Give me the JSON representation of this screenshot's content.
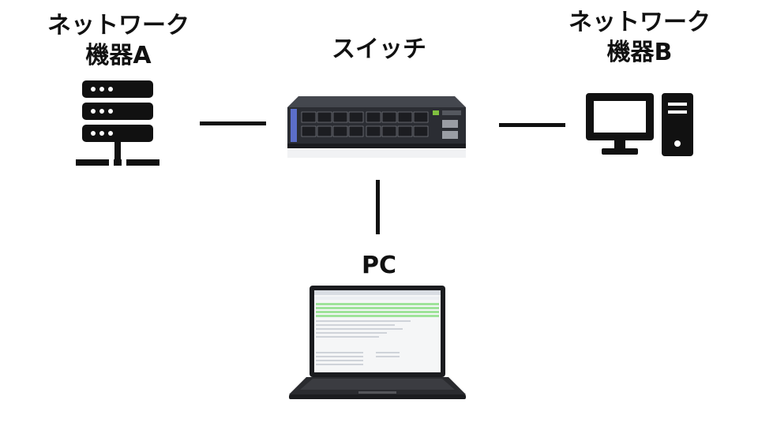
{
  "nodes": {
    "device_a": {
      "line1": "ネットワーク",
      "line2": "機器A",
      "icon": "server-icon"
    },
    "device_b": {
      "line1": "ネットワーク",
      "line2": "機器B",
      "icon": "desktop-computer-icon"
    },
    "switch": {
      "label": "スイッチ",
      "icon": "network-switch-image"
    },
    "pc": {
      "label": "PC",
      "icon": "laptop-image"
    }
  },
  "colors": {
    "icon": "#111111",
    "line": "#111111",
    "switch_body": "#2b2d33",
    "screen_accent": "#9fe39a"
  }
}
